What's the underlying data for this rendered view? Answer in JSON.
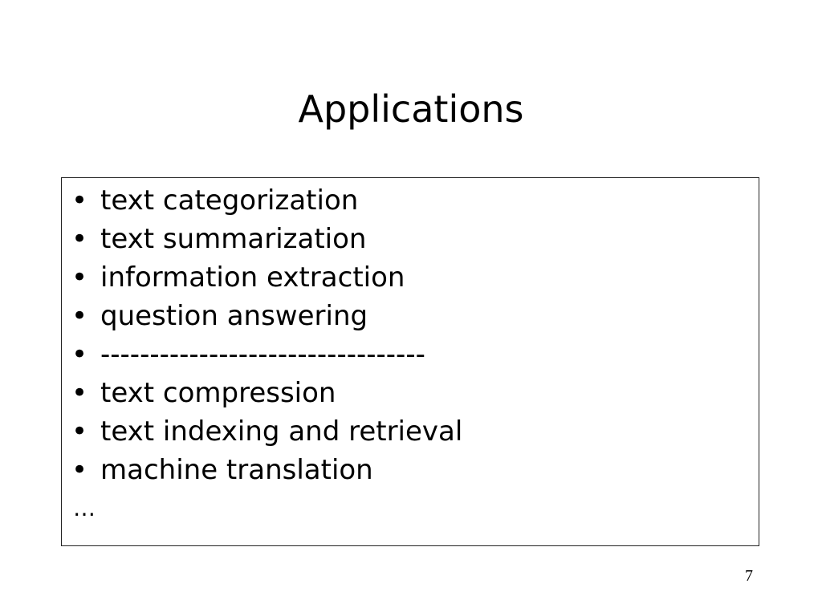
{
  "slide": {
    "title": "Applications",
    "bullet_symbol": "•",
    "items": [
      "text categorization",
      "text summarization",
      "information extraction",
      "question answering",
      "---------------------------------",
      "text compression",
      "text indexing and retrieval",
      "machine translation"
    ],
    "ellipsis": "…",
    "page_number": "7"
  }
}
